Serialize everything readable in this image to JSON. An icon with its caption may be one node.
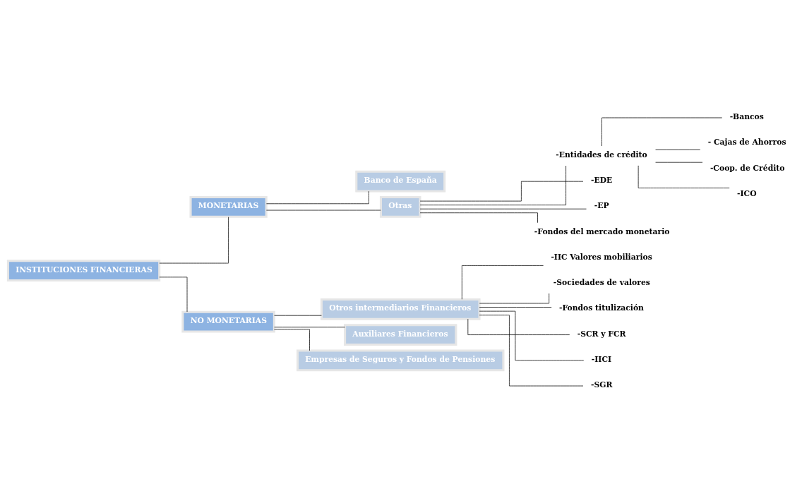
{
  "diagram": {
    "nodes": [
      {
        "text": [
          "INSTITUCIONES FINANCIERAS"
        ]
      },
      {
        "text": [
          "MONETARIAS"
        ]
      },
      {
        "text": [
          "NO MONETARIAS"
        ]
      },
      {
        "text": [
          "Banco de España"
        ]
      },
      {
        "text": [
          "Otras"
        ]
      },
      {
        "text": [
          "-Entidades de crédito"
        ]
      },
      {
        "text": [
          "-EDE"
        ]
      },
      {
        "text": [
          "-EP"
        ]
      },
      {
        "text": [
          "-Fondos del mercado monetario"
        ]
      },
      {
        "text": [
          "-Bancos"
        ]
      },
      {
        "text": [
          "- Cajas de Ahorros"
        ]
      },
      {
        "text": [
          "-Coop. de Crédito"
        ]
      },
      {
        "text": [
          "-ICO"
        ]
      },
      {
        "text": [
          "Otros intermediarios Financieros"
        ]
      },
      {
        "text": [
          "Auxiliares Financieros"
        ]
      },
      {
        "text": [
          "Empresas de Seguros y Fondos de Pensiones"
        ]
      },
      {
        "text": [
          "-IIC Valores mobiliarios"
        ]
      },
      {
        "text": [
          "-Sociedades de valores"
        ]
      },
      {
        "text": [
          "-Fondos titulización"
        ]
      },
      {
        "text": [
          "-SCR y FCR"
        ]
      },
      {
        "text": [
          "-IICI"
        ]
      },
      {
        "text": [
          "-SGR"
        ]
      }
    ],
    "edges": [
      {
        "from": 0,
        "to": 1,
        "arrow": "none"
      },
      {
        "from": 0,
        "to": 2,
        "arrow": "none"
      },
      {
        "from": 1,
        "to": 3,
        "arrow": "none"
      },
      {
        "from": 1,
        "to": 4,
        "arrow": "none"
      },
      {
        "from": 4,
        "to": 5,
        "arrow": "none"
      },
      {
        "from": 4,
        "to": 6,
        "arrow": "none"
      },
      {
        "from": 4,
        "to": 7,
        "arrow": "none"
      },
      {
        "from": 4,
        "to": 8,
        "arrow": "none"
      },
      {
        "from": 5,
        "to": 9,
        "arrow": "none"
      },
      {
        "from": 5,
        "to": 10,
        "arrow": "none"
      },
      {
        "from": 5,
        "to": 11,
        "arrow": "none"
      },
      {
        "from": 5,
        "to": 12,
        "arrow": "none"
      },
      {
        "from": 2,
        "to": 13,
        "arrow": "none"
      },
      {
        "from": 2,
        "to": 14,
        "arrow": "none"
      },
      {
        "from": 2,
        "to": 15,
        "arrow": "none"
      },
      {
        "from": 13,
        "to": 16,
        "arrow": "none"
      },
      {
        "from": 13,
        "to": 17,
        "arrow": "none"
      },
      {
        "from": 13,
        "to": 18,
        "arrow": "none"
      },
      {
        "from": 13,
        "to": 19,
        "arrow": "none"
      },
      {
        "from": 13,
        "to": 20,
        "arrow": "none"
      },
      {
        "from": 13,
        "to": 21,
        "arrow": "none"
      }
    ]
  }
}
